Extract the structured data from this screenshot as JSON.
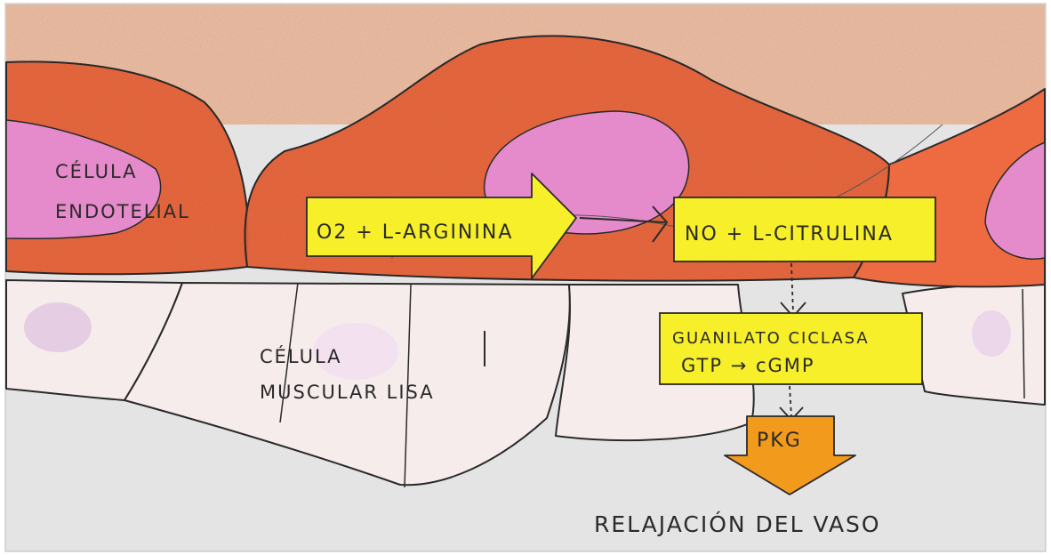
{
  "labels": {
    "endothelial_line1": "CÉLULA",
    "endothelial_line2": "ENDOTELIAL",
    "smooth_line1": "CÉLULA",
    "smooth_line2": "MUSCULAR LISA",
    "substrate": "O2 + L-ARGININA",
    "product": "NO + L-CITRULINA",
    "enzyme_line1": "GUANILATO CICLASA",
    "enzyme_line2": "GTP → cGMP",
    "kinase": "PKG",
    "outcome": "RELAJACIÓN DEL VASO"
  },
  "colors": {
    "lumen": "#f4c3a8",
    "endothelium": "#ee6a40",
    "nucleus": "#e58acb",
    "smooth_muscle": "#f7ecec",
    "background": "#e4e4e4",
    "box_yellow": "#f6ef2a",
    "pkg_orange": "#f29a1c",
    "outline": "#2a2a2a"
  }
}
